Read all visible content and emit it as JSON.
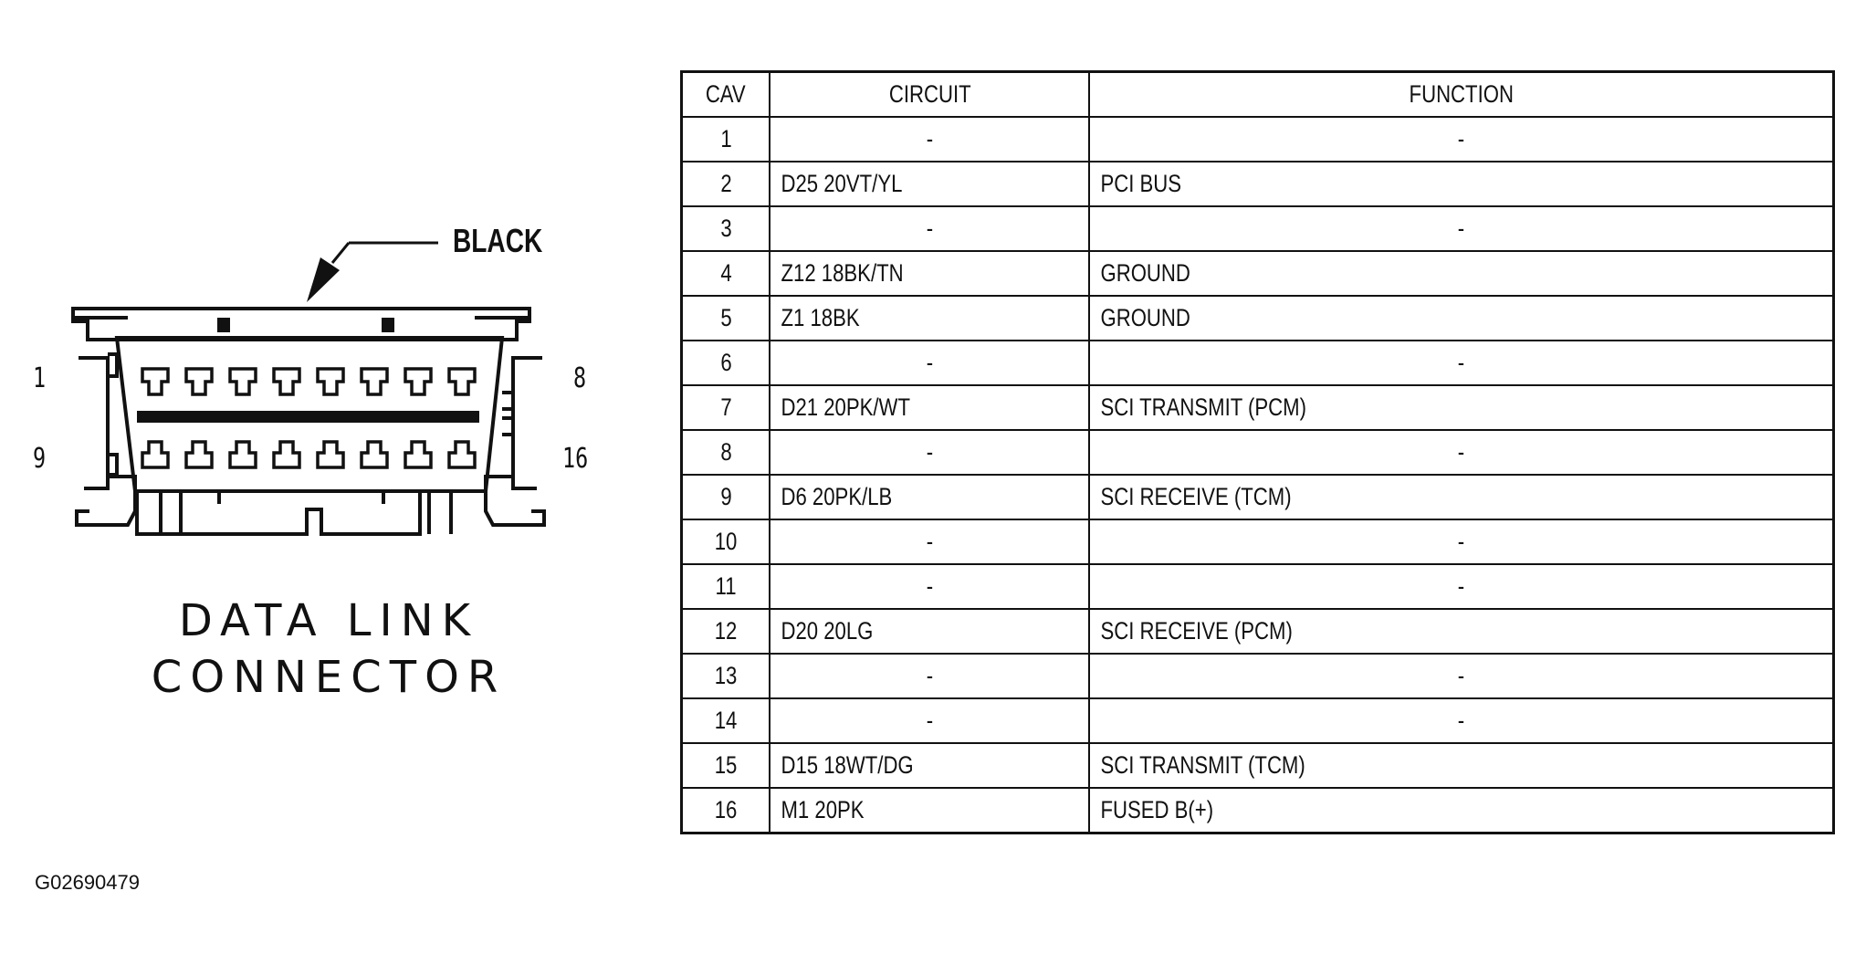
{
  "connector": {
    "color_label": "BLACK",
    "caption_line1": "DATA LINK",
    "caption_line2": "CONNECTOR",
    "pin_labels": {
      "top_left": "1",
      "top_right": "8",
      "bottom_left": "9",
      "bottom_right": "16"
    },
    "pin_count": 16
  },
  "table": {
    "headers": {
      "cav": "CAV",
      "circuit": "CIRCUIT",
      "function": "FUNCTION"
    },
    "rows": [
      {
        "cav": "1",
        "circuit": "-",
        "function": "-"
      },
      {
        "cav": "2",
        "circuit": "D25 20VT/YL",
        "function": "PCI BUS"
      },
      {
        "cav": "3",
        "circuit": "-",
        "function": "-"
      },
      {
        "cav": "4",
        "circuit": "Z12 18BK/TN",
        "function": "GROUND"
      },
      {
        "cav": "5",
        "circuit": "Z1 18BK",
        "function": "GROUND"
      },
      {
        "cav": "6",
        "circuit": "-",
        "function": "-"
      },
      {
        "cav": "7",
        "circuit": "D21 20PK/WT",
        "function": "SCI TRANSMIT (PCM)"
      },
      {
        "cav": "8",
        "circuit": "-",
        "function": "-"
      },
      {
        "cav": "9",
        "circuit": "D6 20PK/LB",
        "function": "SCI RECEIVE (TCM)"
      },
      {
        "cav": "10",
        "circuit": "-",
        "function": "-"
      },
      {
        "cav": "11",
        "circuit": "-",
        "function": "-"
      },
      {
        "cav": "12",
        "circuit": "D20 20LG",
        "function": "SCI RECEIVE (PCM)"
      },
      {
        "cav": "13",
        "circuit": "-",
        "function": "-"
      },
      {
        "cav": "14",
        "circuit": "-",
        "function": "-"
      },
      {
        "cav": "15",
        "circuit": "D15 18WT/DG",
        "function": "SCI TRANSMIT (TCM)"
      },
      {
        "cav": "16",
        "circuit": "M1 20PK",
        "function": "FUSED B(+)"
      }
    ]
  },
  "figure_id": "G02690479"
}
